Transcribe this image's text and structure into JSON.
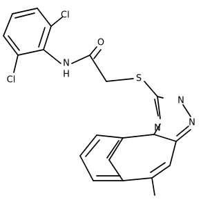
{
  "molecule": {
    "atoms": {
      "cl_top": "Cl",
      "cl_left": "Cl",
      "amide_n": "N",
      "amide_h": "H",
      "carbonyl_o": "O",
      "sulfur": "S",
      "ring_n1": "N",
      "ring_n2": "N",
      "ring_n3": "N"
    }
  }
}
